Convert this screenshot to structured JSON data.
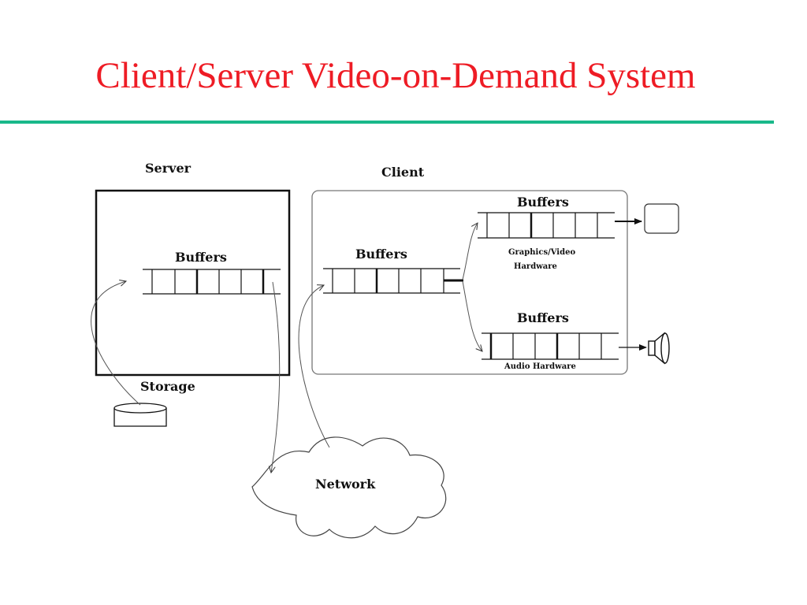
{
  "slide": {
    "title": "Client/Server Video-on-Demand System"
  },
  "diagram": {
    "server_label": "Server",
    "client_label": "Client",
    "storage_label": "Storage",
    "network_label": "Network",
    "server_buffers_label": "Buffers",
    "client_buffers_label": "Buffers",
    "video_buffers_label": "Buffers",
    "audio_buffers_label": "Buffers",
    "video_hardware_label_line1": "Graphics/Video",
    "video_hardware_label_line2": "Hardware",
    "audio_hardware_label": "Audio Hardware"
  },
  "icons": {
    "storage": "disk-cylinder-icon",
    "display": "monitor-icon",
    "speaker": "speaker-icon",
    "network": "network-cloud-icon"
  },
  "colors": {
    "title": "#ee1c25",
    "rule": "#19b88a",
    "line": "#111111",
    "connector": "#555555"
  }
}
